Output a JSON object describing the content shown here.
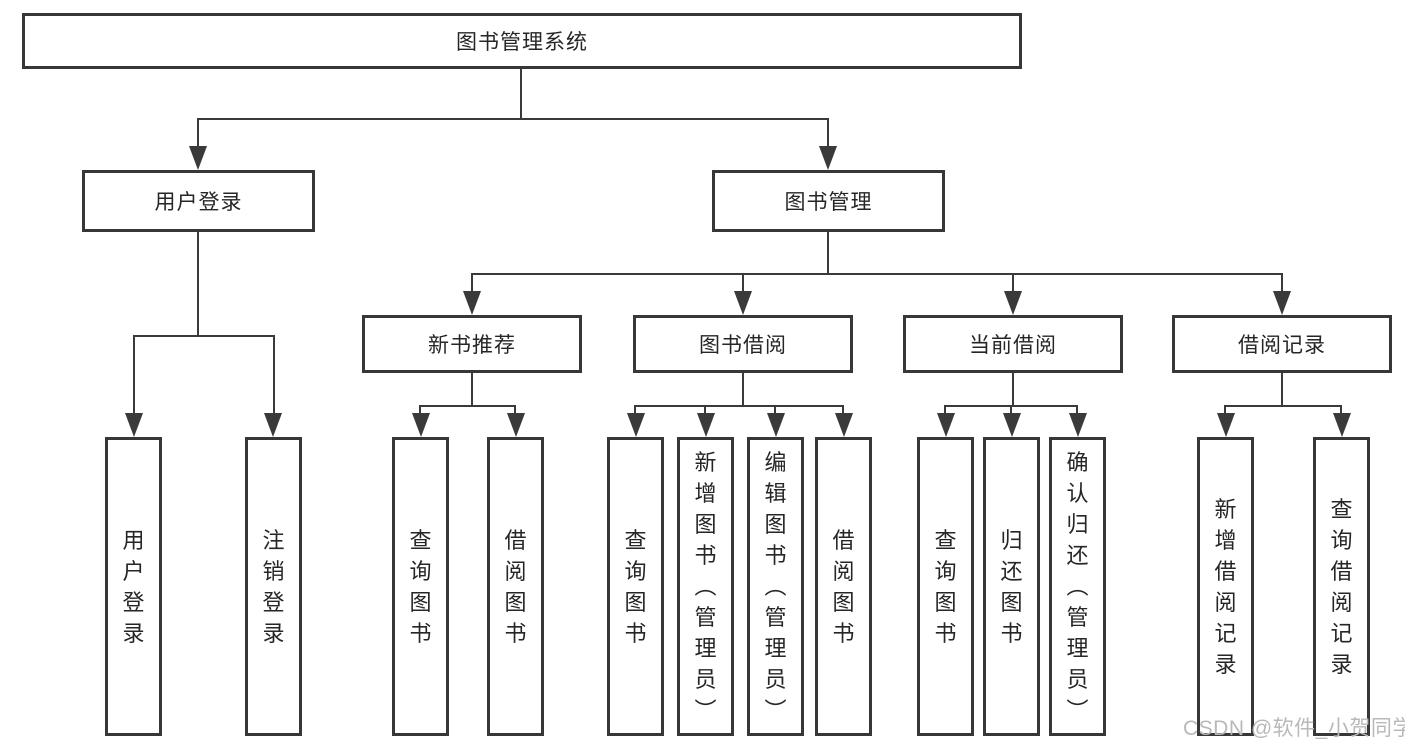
{
  "colors": {
    "line": "#3a3a3a",
    "box_border": "#373737",
    "text": "#262626",
    "background": "#ffffff",
    "watermark": "#b9b9b9"
  },
  "watermark": {
    "text": "CSDN @软件_小贺同学"
  },
  "tree": {
    "root": {
      "label": "图书管理系统"
    },
    "level2": [
      {
        "label": "用户登录",
        "children": [
          "用户登录",
          "注销登录"
        ]
      },
      {
        "label": "图书管理",
        "groups": [
          {
            "label": "新书推荐",
            "children": [
              "查询图书",
              "借阅图书"
            ]
          },
          {
            "label": "图书借阅",
            "children": [
              "查询图书",
              "新增图书（管理员）",
              "编辑图书（管理员）",
              "借阅图书"
            ]
          },
          {
            "label": "当前借阅",
            "children": [
              "查询图书",
              "归还图书",
              "确认归还（管理员）"
            ]
          },
          {
            "label": "借阅记录",
            "children": [
              "新增借阅记录",
              "查询借阅记录"
            ]
          }
        ]
      }
    ]
  }
}
